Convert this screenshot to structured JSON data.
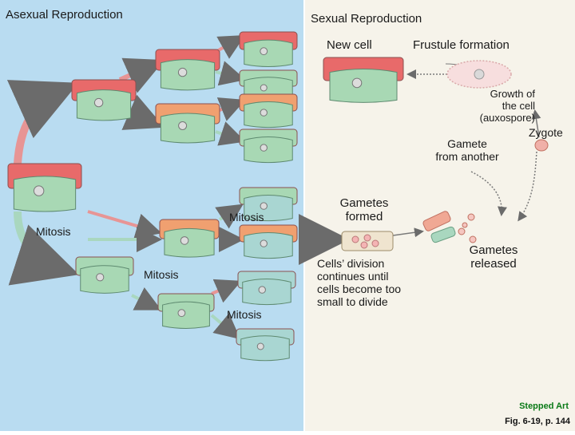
{
  "labels": {
    "asexual_title": "Asexual Reproduction",
    "sexual_title": "Sexual Reproduction",
    "new_cell": "New cell",
    "frustule_formation": "Frustule formation",
    "growth_of_cell": "Growth of\nthe cell\n(auxospore)",
    "zygote": "Zygote",
    "gamete_from_another": "Gamete\nfrom another",
    "gametes_formed": "Gametes\nformed",
    "mitosis": "Mitosis",
    "cells_division": "Cells’ division\ncontinues until\ncells become too\nsmall to divide",
    "gametes_released": "Gametes\nreleased",
    "stepped_art": "Stepped Art",
    "figure_ref": "Fig. 6-19, p. 144"
  },
  "colors": {
    "asexual_background": "#b9dcf1",
    "sexual_background": "#f6f3ea",
    "red_valve": "#e86a6a",
    "orange_valve": "#f0a070",
    "green_valve": "#a8d8b4",
    "teal_valve": "#a9d6d2",
    "stepped_art_text": "#0a7a17"
  }
}
